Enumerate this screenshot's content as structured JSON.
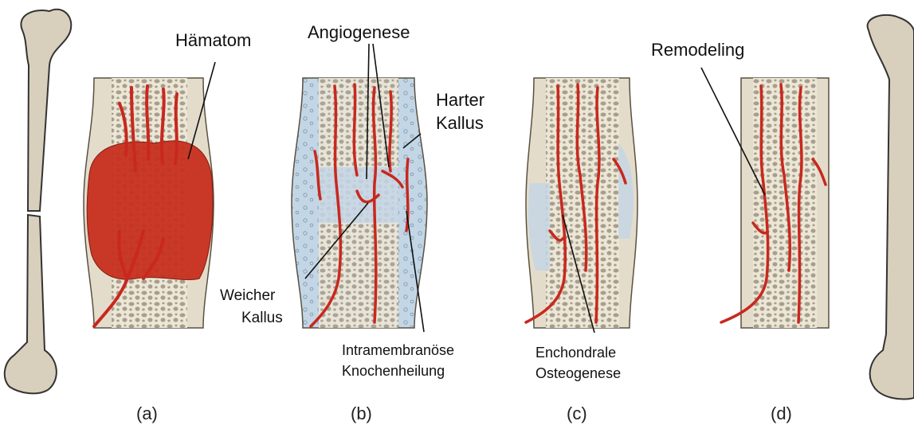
{
  "labels": {
    "haematom": "Hämatom",
    "angiogenese": "Angiogenese",
    "harter_kallus_1": "Harter",
    "harter_kallus_2": "Kallus",
    "weicher_kallus_1": "Weicher",
    "weicher_kallus_2": "Kallus",
    "intramembranoes_1": "Intramembranöse",
    "intramembranoes_2": "Knochenheilung",
    "enchondrale_1": "Enchondrale",
    "enchondrale_2": "Osteogenese",
    "remodeling": "Remodeling"
  },
  "captions": {
    "a": "(a)",
    "b": "(b)",
    "c": "(c)",
    "d": "(d)"
  },
  "colors": {
    "bone_cortex": "#ded6c4",
    "bone_outline": "#5a5040",
    "spongy_bg": "#ece6d6",
    "spongy_hole": "#9a9080",
    "vessel": "#c8281e",
    "hematoma": "#c8301e",
    "soft_callus": "#b9cfe0",
    "femur": "#d8d0bc"
  }
}
